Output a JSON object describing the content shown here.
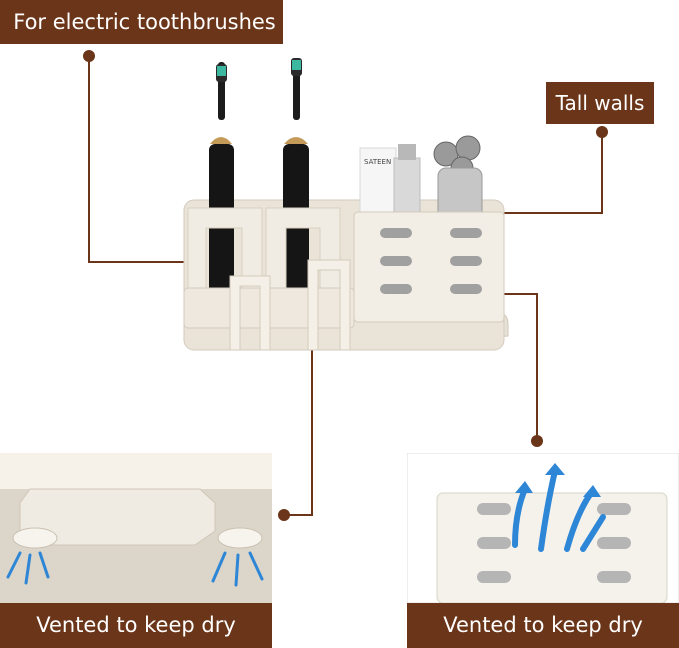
{
  "labels": {
    "toothbrushes": "For electric toothbrushes",
    "tall_walls": "Tall walls",
    "vented_left": "Vented to keep dry",
    "vented_right": "Vented to keep dry"
  },
  "product": {
    "package_text": "SATEEN"
  },
  "colors": {
    "accent": "#6b3519",
    "holder": "#efe9df",
    "airflow": "#2e86d6"
  }
}
